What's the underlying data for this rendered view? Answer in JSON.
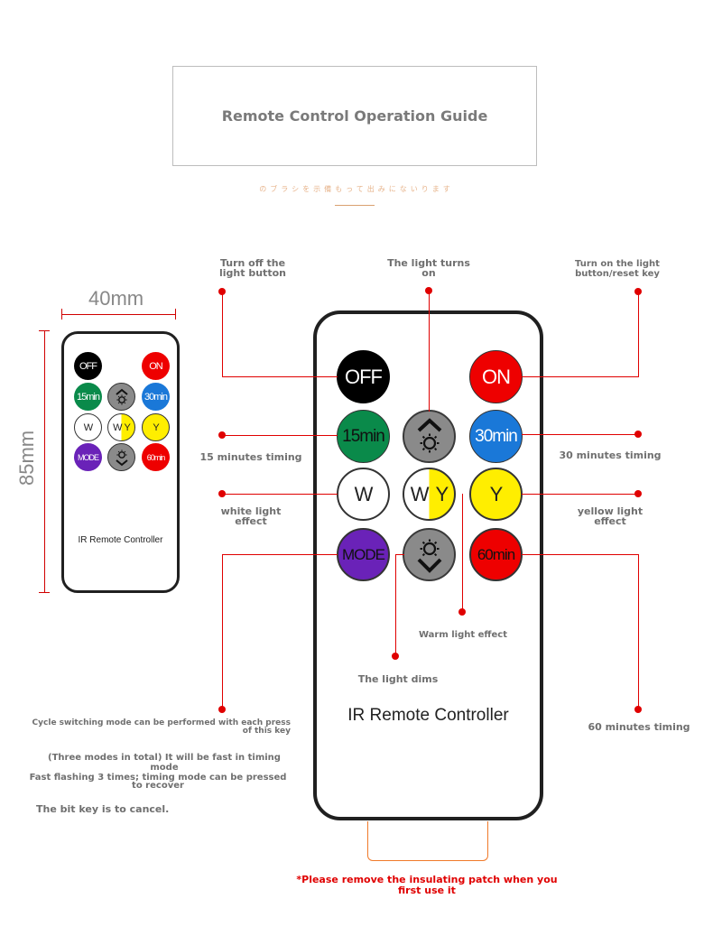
{
  "header": {
    "title": "Remote Control Operation Guide",
    "subtitle": "のブラシを示備もって出みにないります"
  },
  "small_remote": {
    "width_label": "40mm",
    "height_label": "85mm",
    "caption": "IR Remote Controller",
    "buttons": {
      "off": "OFF",
      "on": "ON",
      "t15": "15min",
      "t30": "30min",
      "w": "W",
      "wy_w": "W",
      "wy_y": "Y",
      "y": "Y",
      "mode": "MODE",
      "t60": "60min"
    }
  },
  "remote": {
    "caption": "IR Remote Controller",
    "buttons": {
      "off": "OFF",
      "on": "ON",
      "t15": "15min",
      "t30": "30min",
      "w": "W",
      "wy_w": "W",
      "wy_y": "Y",
      "y": "Y",
      "mode": "MODE",
      "t60": "60min"
    },
    "colors": {
      "off": "#000000",
      "on": "#ee0000",
      "t15": "#0a8a4a",
      "t30": "#1a78d8",
      "w": "#ffffff",
      "y": "#ffee00",
      "mode": "#6a22b8",
      "t60": "#ee0000",
      "gray": "#8a8a8a"
    }
  },
  "labels": {
    "off": "Turn off the light button",
    "on_light": "The light turns on",
    "on_btn": "Turn on the light button/reset key",
    "t15": "15 minutes timing",
    "t30": "30 minutes timing",
    "white": "white light effect",
    "yellow": "yellow light effect",
    "warm": "Warm light effect",
    "dims": "The light dims",
    "t60": "60 minutes timing",
    "mode_line1": "Cycle switching mode can be performed with each press of this key",
    "mode_line2": "(Three modes in total) It will be fast in timing mode",
    "mode_line3": "Fast flashing 3 times; timing mode can be pressed to recover",
    "mode_line4": "The bit key is to cancel."
  },
  "warning": "*Please remove the insulating patch when you first use it",
  "icons": [
    "brightness-up-icon",
    "brightness-down-icon"
  ]
}
